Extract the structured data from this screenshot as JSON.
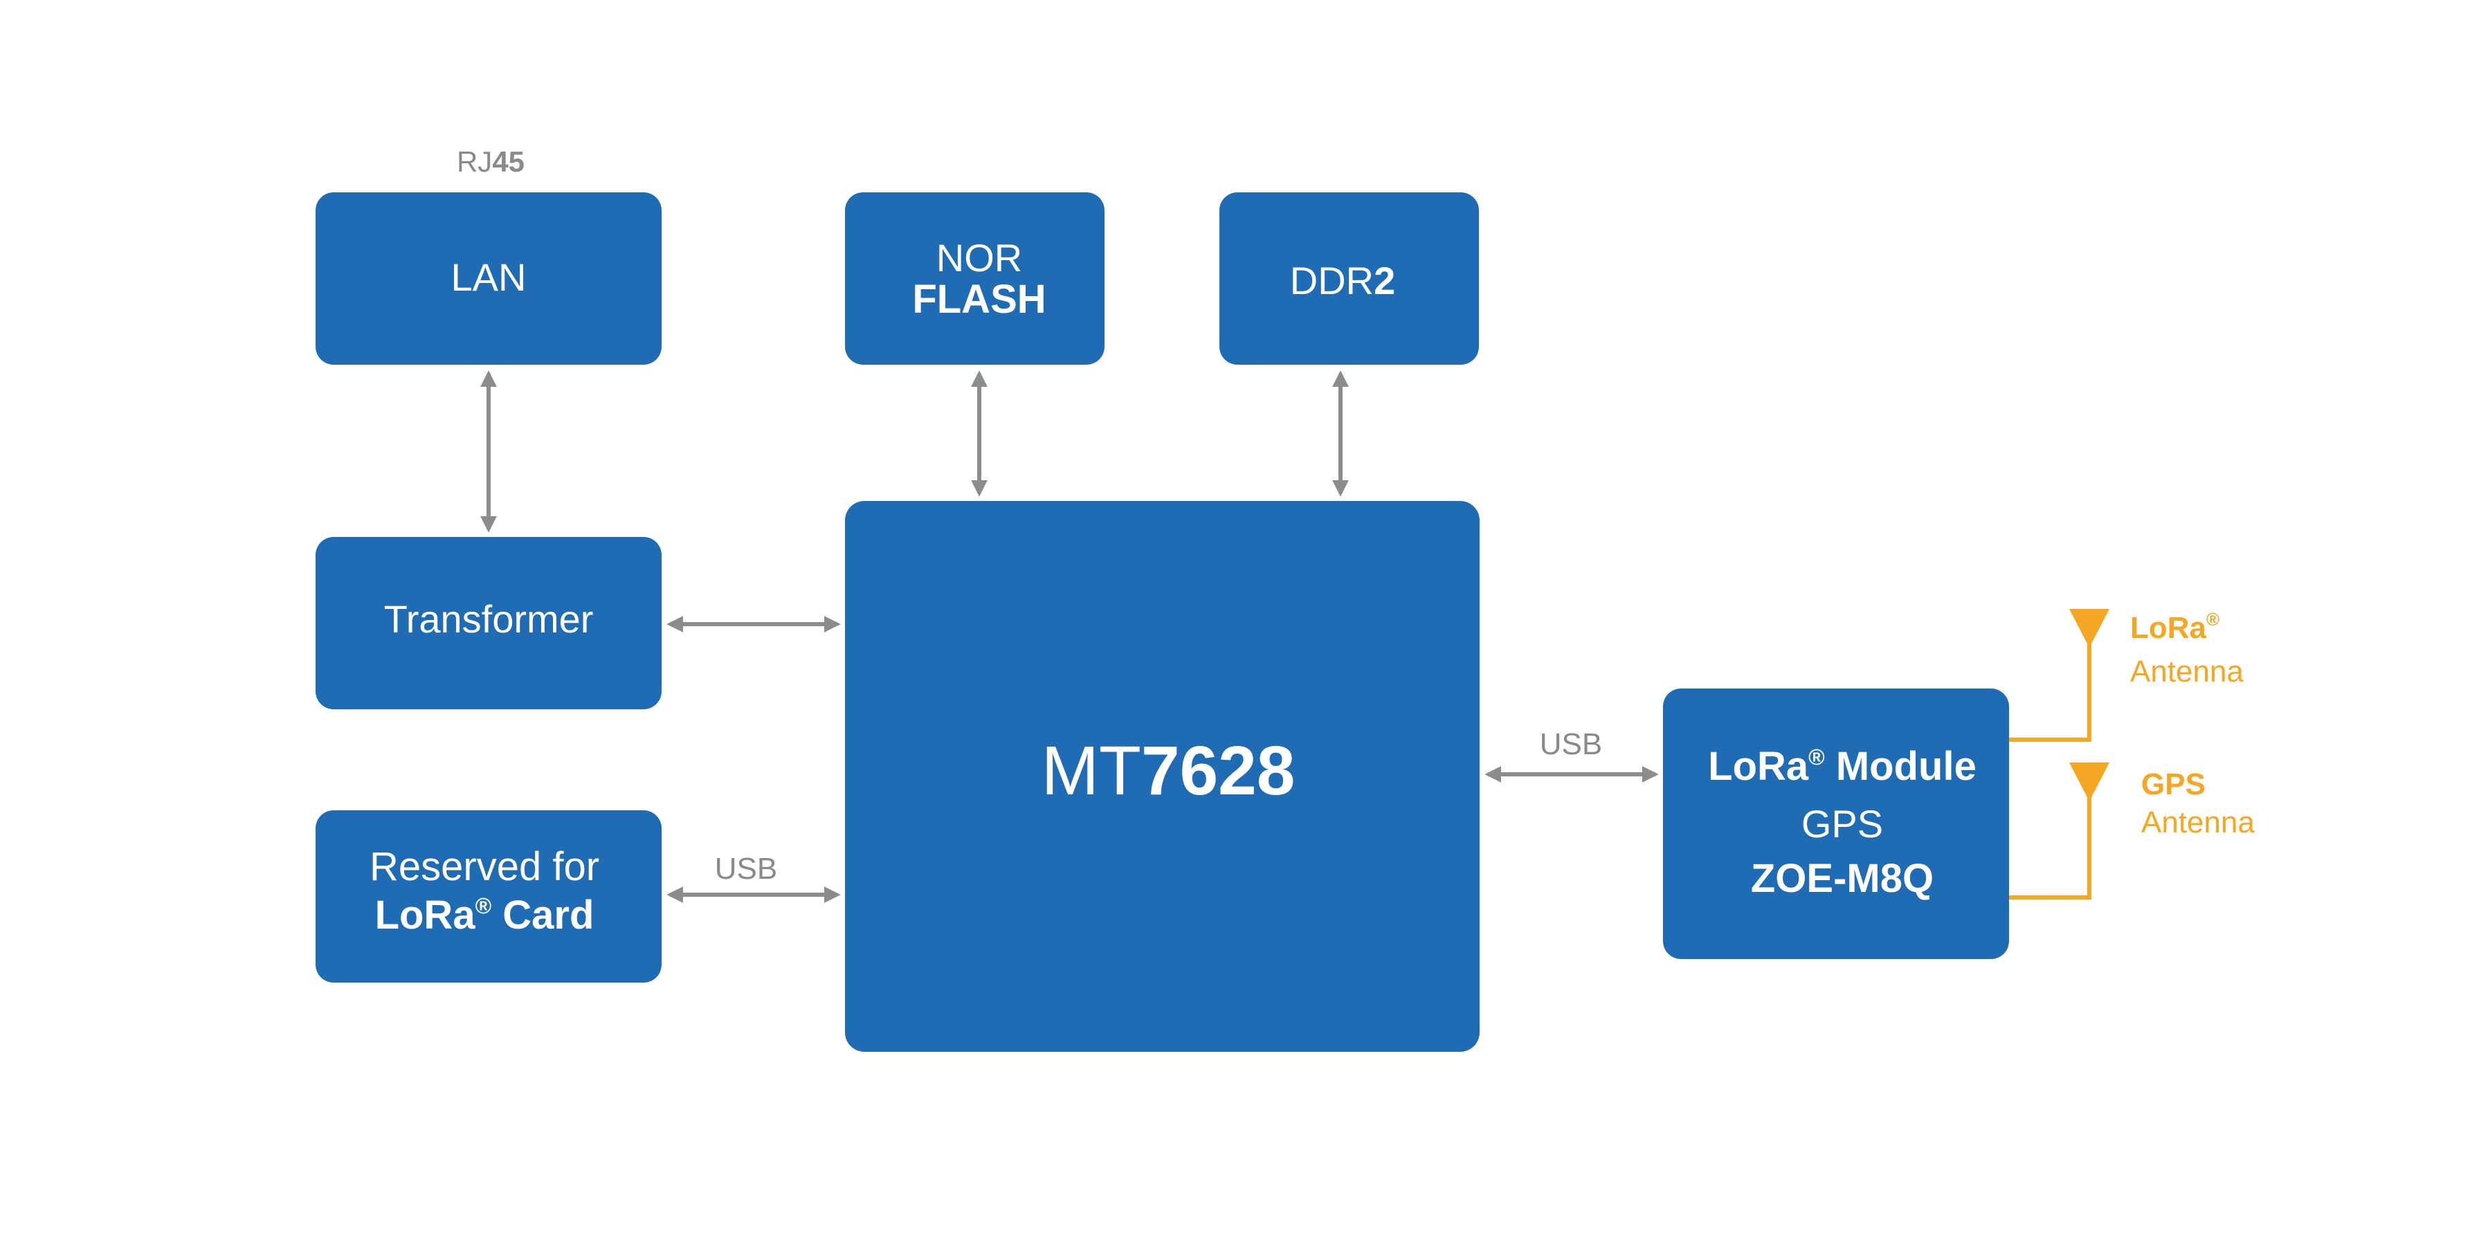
{
  "blocks": {
    "lan": {
      "label": "LAN"
    },
    "rj45": {
      "prefix": "RJ",
      "bold": "45"
    },
    "nor_flash": {
      "line1": "NOR",
      "line2": "FLASH"
    },
    "ddr2": {
      "prefix": "DDR",
      "bold": "2"
    },
    "transformer": {
      "label": "Transformer"
    },
    "reserved": {
      "line1": "Reserved for",
      "line2_a": "LoRa",
      "line2_reg": "®",
      "line2_b": " Card"
    },
    "mt7628": {
      "prefix": "MT",
      "bold": "7628"
    },
    "lora_module": {
      "line1_a": "LoRa",
      "line1_reg": "®",
      "line1_b": " Module",
      "line2": "GPS",
      "line3": "ZOE-M8Q"
    }
  },
  "connections": {
    "usb_left": "USB",
    "usb_right": "USB"
  },
  "antennas": {
    "lora": {
      "line1": "LoRa",
      "reg": "®",
      "line2": "Antenna"
    },
    "gps": {
      "line1": "GPS",
      "line2": "Antenna"
    }
  },
  "colors": {
    "block": "#1f6bb4",
    "connector": "#8c8c8c",
    "antenna": "#f5a623"
  }
}
